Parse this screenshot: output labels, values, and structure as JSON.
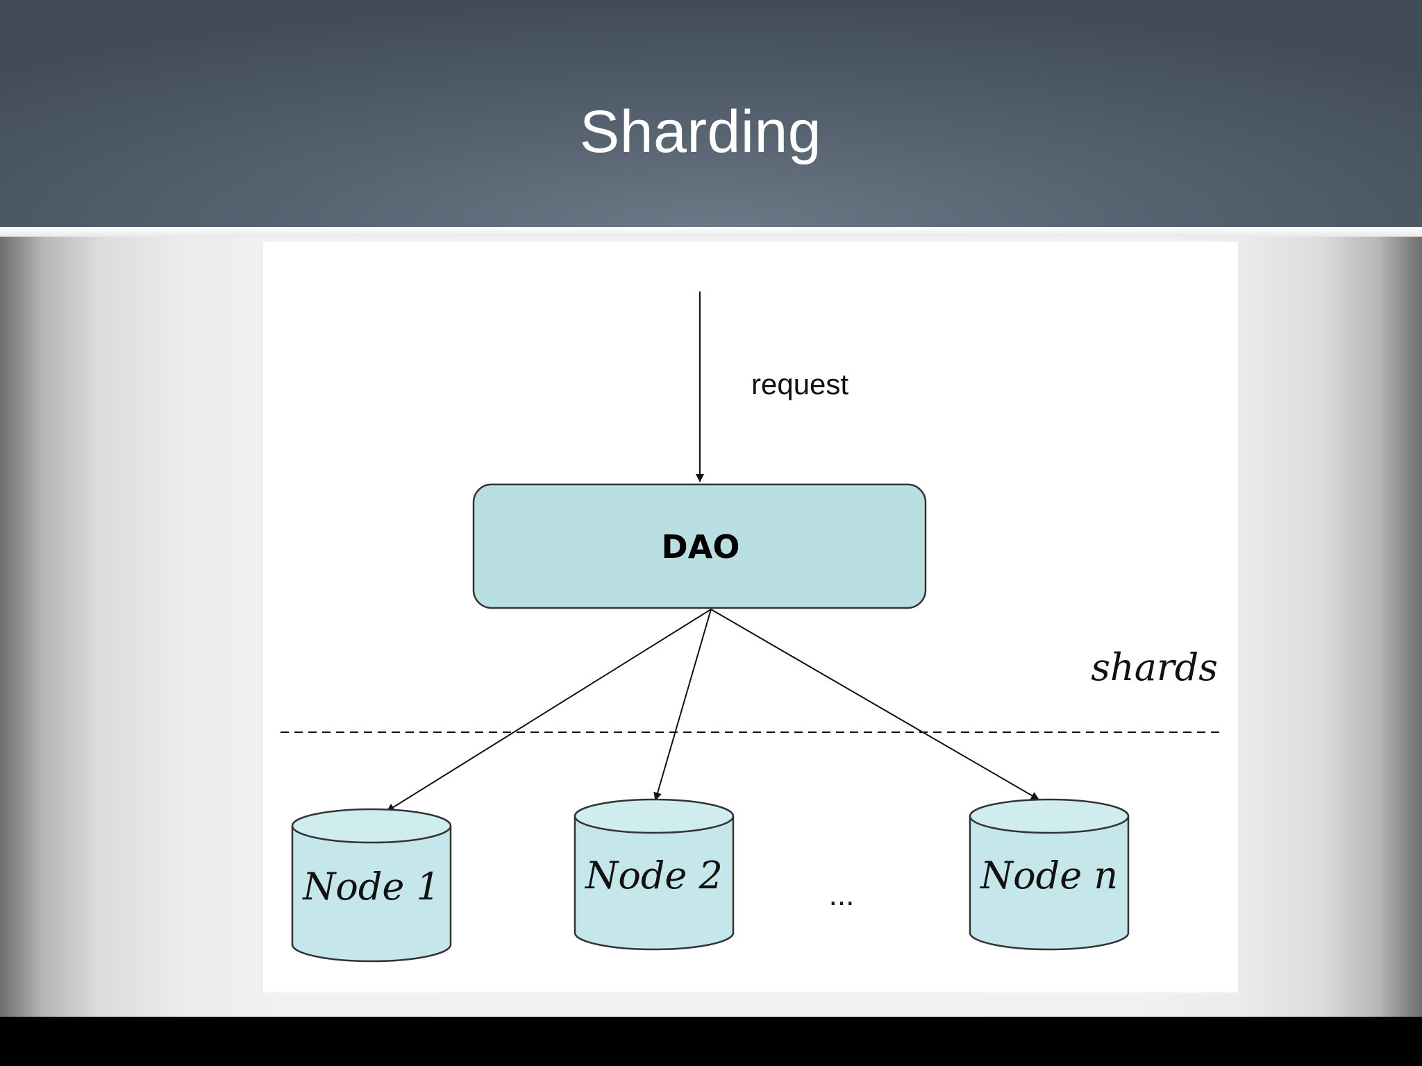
{
  "slide": {
    "title": "Sharding"
  },
  "diagram": {
    "request_label": "request",
    "dao_label": "DAO",
    "shards_label": "shards",
    "ellipsis": "...",
    "nodes": [
      {
        "label": "Node 1"
      },
      {
        "label": "Node 2"
      },
      {
        "label": "Node n"
      }
    ]
  },
  "colors": {
    "header_dark": "#414c58",
    "box_fill": "#b9dfe3",
    "cylinder_fill": "#c5e6ea",
    "stroke": "#333333"
  }
}
